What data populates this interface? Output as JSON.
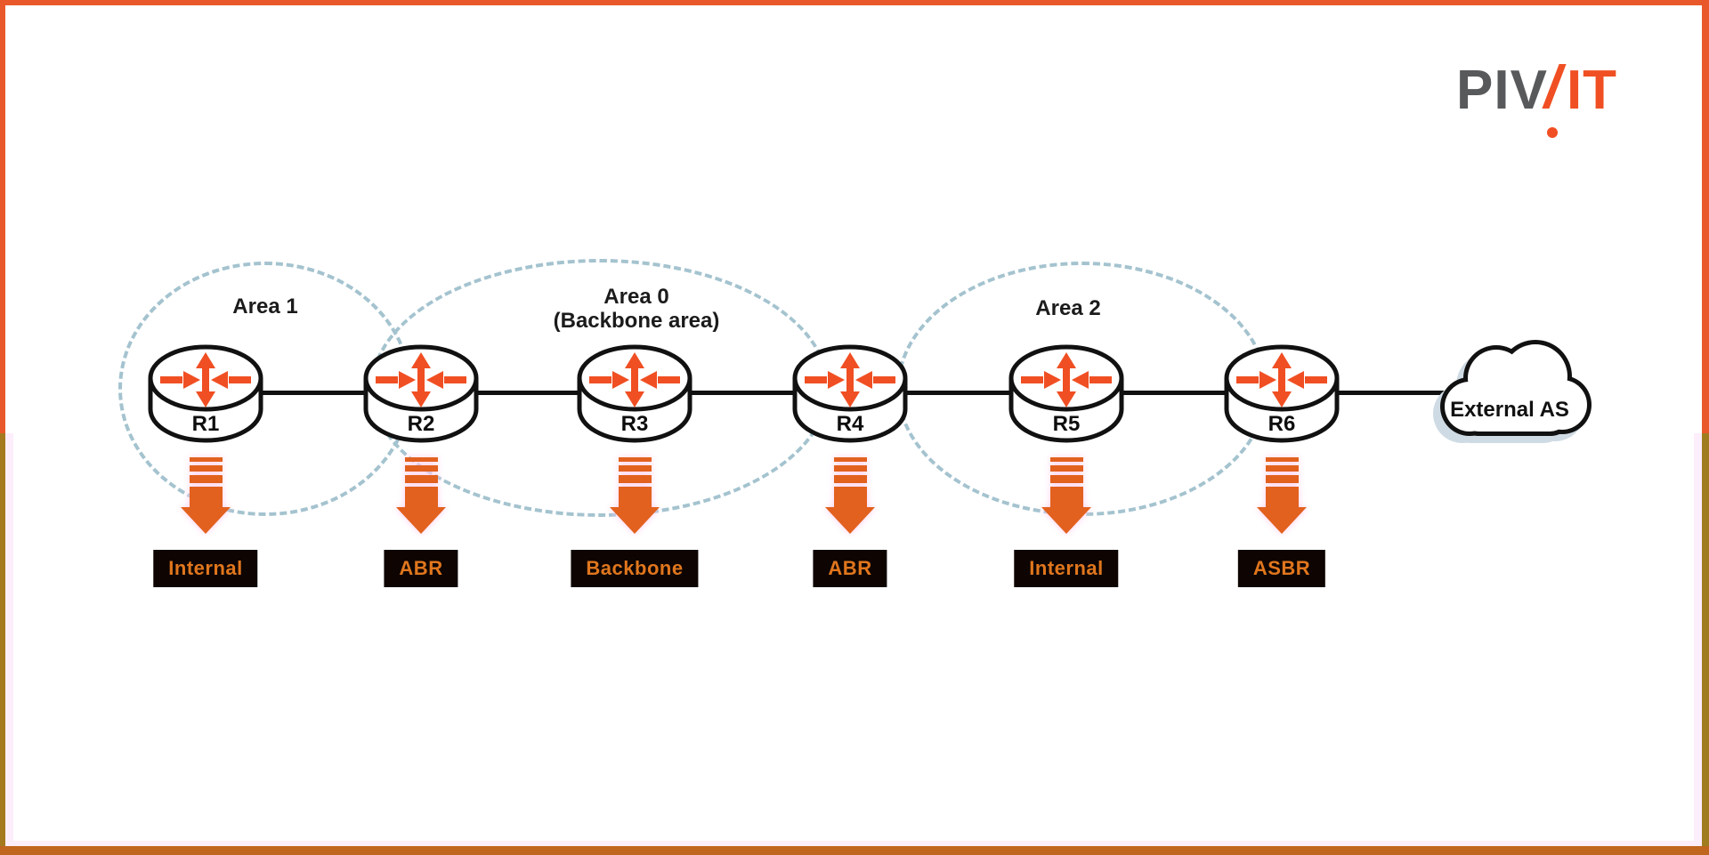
{
  "logo": {
    "text_gray": "PIV",
    "text_orange": "IT",
    "gray_color": "#58595b",
    "orange_color": "#f04f23"
  },
  "colors": {
    "frame_border": "#e9582a",
    "frame_border_bottom": "#c1661e",
    "frame_border_lower_sides": "#a57a1e",
    "area_outline": "#a4c3cf",
    "router_symbol": "#f04f23",
    "router_outline": "#111111",
    "flow_arrow": "#e2611f",
    "role_badge_background": "#0e0502",
    "role_badge_text": "#e0761d",
    "cloud_shadow": "#cfdbe4"
  },
  "diagram": {
    "areas": [
      {
        "label": "Area 1",
        "sublabel": ""
      },
      {
        "label": "Area 0",
        "sublabel": "(Backbone area)"
      },
      {
        "label": "Area 2",
        "sublabel": ""
      }
    ],
    "routers": [
      {
        "name": "R1",
        "role": "Internal"
      },
      {
        "name": "R2",
        "role": "ABR"
      },
      {
        "name": "R3",
        "role": "Backbone"
      },
      {
        "name": "R4",
        "role": "ABR"
      },
      {
        "name": "R5",
        "role": "Internal"
      },
      {
        "name": "R6",
        "role": "ASBR"
      }
    ],
    "external_as": {
      "label": "External AS"
    }
  }
}
